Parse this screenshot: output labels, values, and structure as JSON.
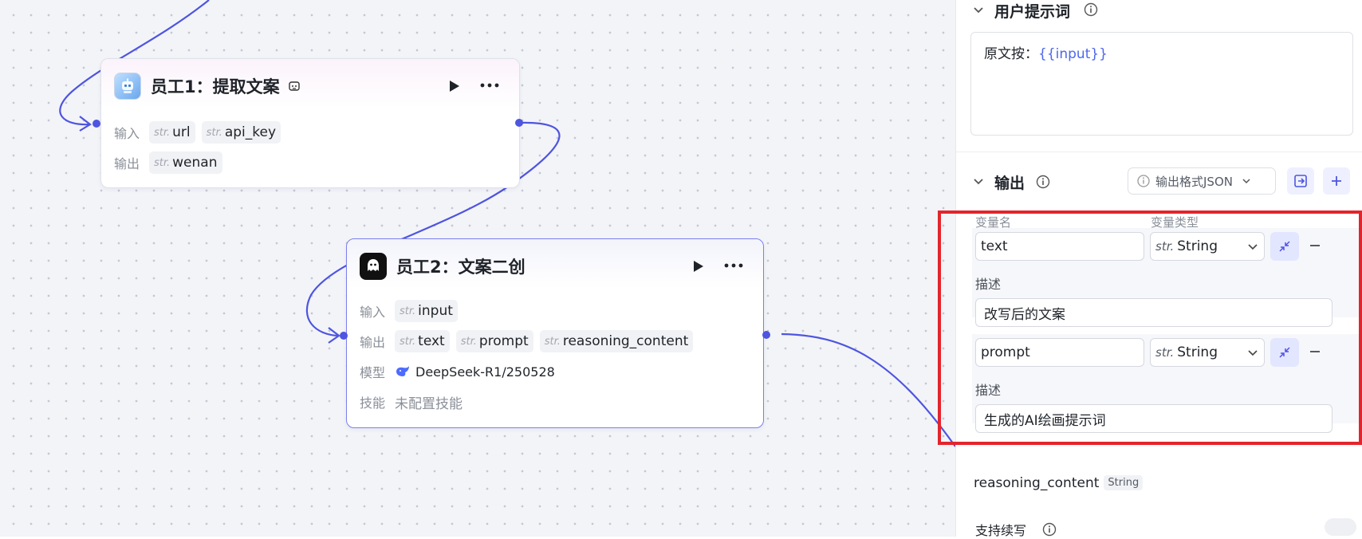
{
  "canvas": {
    "node1": {
      "title": "员工1：提取文案",
      "input_label": "输入",
      "output_label": "输出",
      "inputs": [
        {
          "type": "str.",
          "name": "url"
        },
        {
          "type": "str.",
          "name": "api_key"
        }
      ],
      "outputs": [
        {
          "type": "str.",
          "name": "wenan"
        }
      ]
    },
    "node2": {
      "title": "员工2：文案二创",
      "input_label": "输入",
      "output_label": "输出",
      "model_label": "模型",
      "skill_label": "技能",
      "inputs": [
        {
          "type": "str.",
          "name": "input"
        }
      ],
      "outputs": [
        {
          "type": "str.",
          "name": "text"
        },
        {
          "type": "str.",
          "name": "prompt"
        },
        {
          "type": "str.",
          "name": "reasoning_content"
        }
      ],
      "model": "DeepSeek-R1/250528",
      "skill": "未配置技能"
    }
  },
  "panel": {
    "user_prompt": {
      "title": "用户提示词",
      "text_prefix": "原文按：",
      "text_var": "{{input}}"
    },
    "output": {
      "title": "输出",
      "format_button": "输出格式JSON",
      "col_name": "变量名",
      "col_type": "变量类型",
      "desc_label": "描述",
      "variables": [
        {
          "name": "text",
          "type_prefix": "str.",
          "type": "String",
          "description": "改写后的文案"
        },
        {
          "name": "prompt",
          "type_prefix": "str.",
          "type": "String",
          "description": "生成的AI绘画提示词"
        }
      ],
      "extra_var": {
        "name": "reasoning_content",
        "type": "String"
      }
    },
    "continue_write": {
      "label": "支持续写"
    }
  },
  "colors": {
    "accent": "#4e55e0",
    "highlight_box": "#e4242c"
  }
}
